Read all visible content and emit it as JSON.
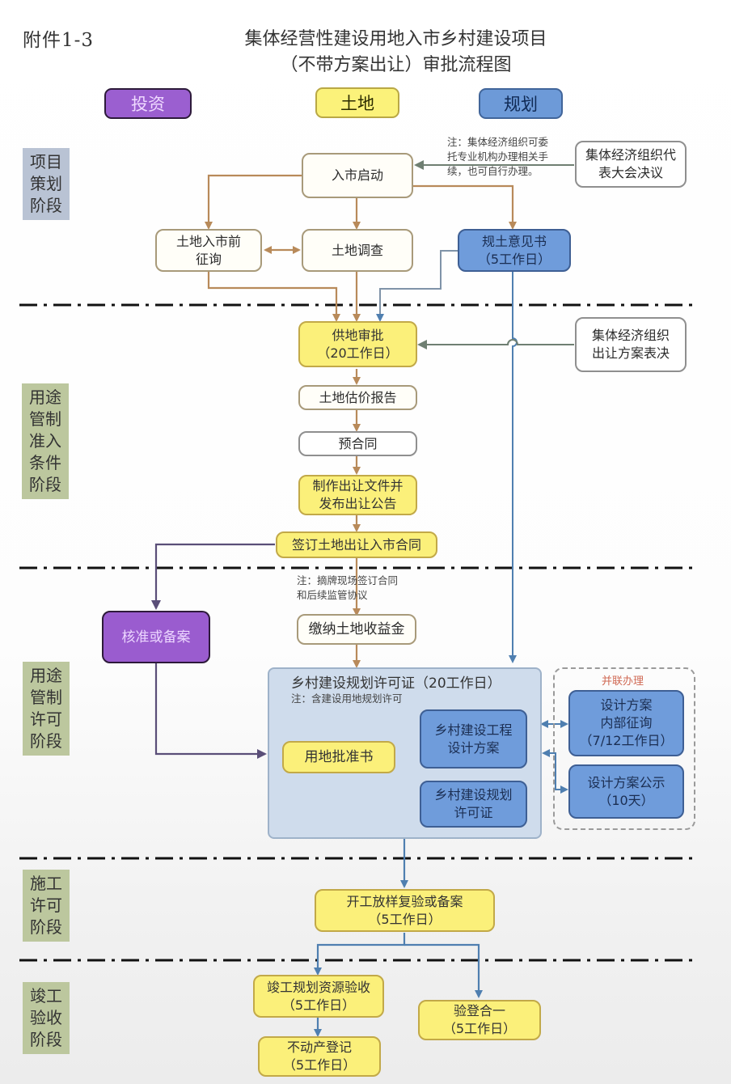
{
  "header": {
    "annex": "附件1-3",
    "title_line1": "集体经营性建设用地入市乡村建设项目",
    "title_line2": "（不带方案出让）审批流程图"
  },
  "legend": [
    {
      "label": "投资",
      "color": "#9b5fd0"
    },
    {
      "label": "土地",
      "color": "#fbf27a"
    },
    {
      "label": "规划",
      "color": "#6d9ad8"
    }
  ],
  "stages": [
    {
      "label": "项目策划阶段",
      "lines": [
        "项目",
        "策划",
        "阶段"
      ]
    },
    {
      "label": "用途管制准入条件阶段",
      "lines": [
        "用途",
        "管制",
        "准入",
        "条件",
        "阶段"
      ]
    },
    {
      "label": "用途管制许可阶段",
      "lines": [
        "用途",
        "管制",
        "许可",
        "阶段"
      ]
    },
    {
      "label": "施工许可阶段",
      "lines": [
        "施工",
        "许可",
        "阶段"
      ]
    },
    {
      "label": "竣工验收阶段",
      "lines": [
        "竣工",
        "验收",
        "阶段"
      ]
    }
  ],
  "nodes": {
    "market_start": {
      "lines": [
        "入市启动"
      ]
    },
    "collective_meeting": {
      "lines": [
        "集体经济组织代",
        "表大会决议"
      ]
    },
    "note_delegate": {
      "lines": [
        "注：集体经济组织可委",
        "托专业机构办理相关手",
        "续，也可自行办理。"
      ]
    },
    "pre_consult": {
      "lines": [
        "土地入市前",
        "征询"
      ]
    },
    "land_survey": {
      "lines": [
        "土地调查"
      ]
    },
    "planning_opinion": {
      "lines": [
        "规土意见书",
        "（5工作日）"
      ]
    },
    "land_supply_approval": {
      "lines": [
        "供地审批",
        "（20工作日）"
      ]
    },
    "collective_vote": {
      "lines": [
        "集体经济组织",
        "出让方案表决"
      ]
    },
    "valuation_report": {
      "lines": [
        "土地估价报告"
      ]
    },
    "pre_contract": {
      "lines": [
        "预合同"
      ]
    },
    "transfer_docs": {
      "lines": [
        "制作出让文件并",
        "发布出让公告"
      ]
    },
    "sign_contract": {
      "lines": [
        "签订土地出让入市合同"
      ]
    },
    "note_sign": {
      "lines": [
        "注：摘牌现场签订合同",
        "和后续监管协议"
      ]
    },
    "approval_filing": {
      "lines": [
        "核准或备案"
      ]
    },
    "pay_revenue": {
      "lines": [
        "缴纳土地收益金"
      ]
    },
    "rural_permit_group": {
      "title": "乡村建设规划许可证（20工作日）",
      "note": "注：含建设用地规划许可"
    },
    "land_approval_letter": {
      "lines": [
        "用地批准书"
      ]
    },
    "design_scheme": {
      "lines": [
        "乡村建设工程",
        "设计方案"
      ]
    },
    "rural_permit": {
      "lines": [
        "乡村建设规划",
        "许可证"
      ]
    },
    "parallel_group": {
      "label": "并联办理"
    },
    "internal_consult": {
      "lines": [
        "设计方案",
        "内部征询",
        "（7/12工作日）"
      ]
    },
    "design_publicity": {
      "lines": [
        "设计方案公示",
        "（10天）"
      ]
    },
    "construction_check": {
      "lines": [
        "开工放样复验或备案",
        "（5工作日）"
      ]
    },
    "completion_acceptance": {
      "lines": [
        "竣工规划资源验收",
        "（5工作日）"
      ]
    },
    "combined_acceptance": {
      "lines": [
        "验登合一",
        "（5工作日）"
      ]
    },
    "property_registration": {
      "lines": [
        "不动产登记",
        "（5工作日）"
      ]
    }
  },
  "colors": {
    "land_arrow": "#b88a5a",
    "planning_arrow": "#4f7fb0",
    "invest_arrow": "#5a4e78",
    "neutral_arrow": "#6f7f72"
  }
}
